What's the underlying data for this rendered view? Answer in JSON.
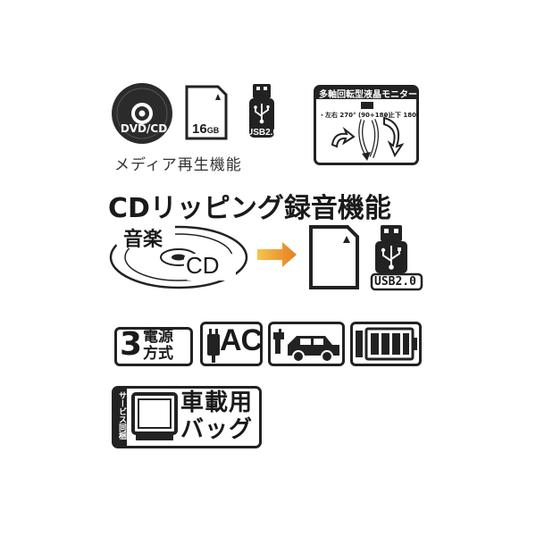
{
  "media": {
    "disc_label": "DVD/CD",
    "sd_capacity": "16",
    "sd_unit": "GB",
    "usb_label": "USB2.0",
    "caption": "メディア再生機能"
  },
  "monitor": {
    "title": "多軸回転型液晶モニター",
    "angle_lr": "・左右 270° (90+180)",
    "angle_ud": "・上下 180°"
  },
  "ripping": {
    "heading": "CDリッピング録音機能",
    "music_label": "音楽",
    "cd_label": "CD",
    "usb_label": "USB2.0",
    "arrow_color": "#f39c12"
  },
  "power": {
    "number": "3",
    "label_line1": "電源",
    "label_line2": "方式",
    "ac_label": "AC"
  },
  "bag": {
    "service_label": "サービス同梱",
    "line1": "車載用",
    "line2": "バッグ"
  }
}
